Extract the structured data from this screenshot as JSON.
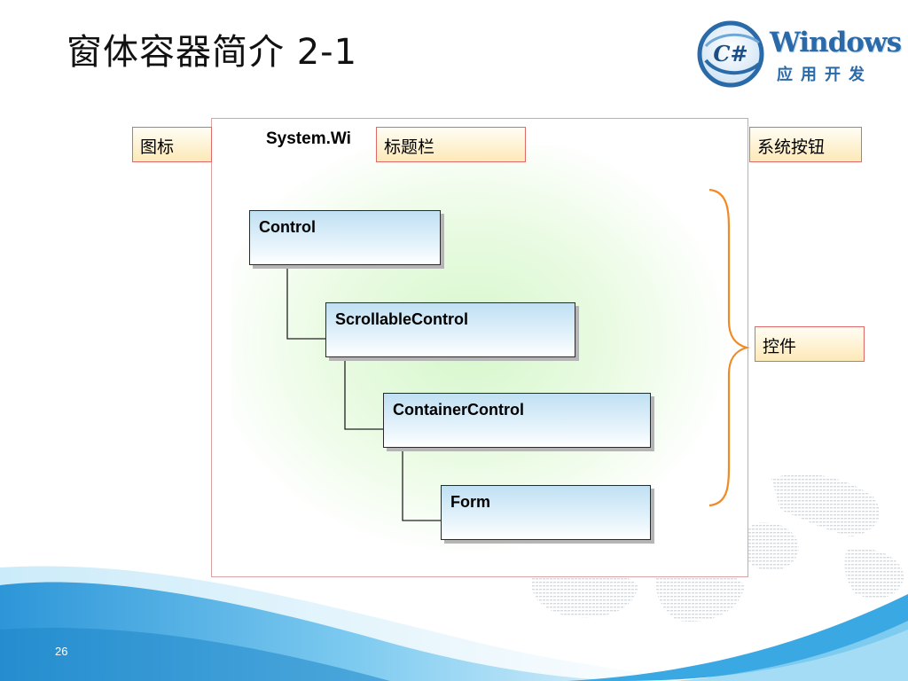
{
  "slide": {
    "title": "窗体容器简介 2-1",
    "page_number": "26"
  },
  "logo": {
    "emblem_text": "C#",
    "word": "Windows",
    "subtitle": "应用开发"
  },
  "frame": {
    "title": "System.Wi"
  },
  "callouts": {
    "icon": "图标",
    "title_bar": "标题栏",
    "system_buttons": "系统按钮",
    "controls": "控件"
  },
  "hierarchy": [
    {
      "name": "Control"
    },
    {
      "name": "ScrollableControl"
    },
    {
      "name": "ContainerControl"
    },
    {
      "name": "Form"
    }
  ],
  "colors": {
    "title": "#111111",
    "logo_blue": "#2a6aa8",
    "callout_border": "#e06a6a",
    "brace": "#f08a24",
    "swoosh_blue": "#2f9fdc"
  }
}
